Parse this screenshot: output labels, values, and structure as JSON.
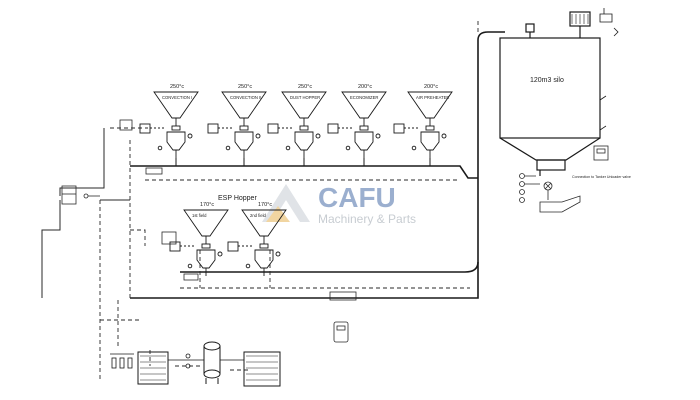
{
  "diagram": {
    "hoppers": [
      {
        "temp": "250°c",
        "name": "CONVECTION I"
      },
      {
        "temp": "250°c",
        "name": "CONVECTION II"
      },
      {
        "temp": "250°c",
        "name": "DUST HOPPER"
      },
      {
        "temp": "200°c",
        "name": "ECONOMIZER"
      },
      {
        "temp": "200°c",
        "name": "AIR PREHEATER"
      }
    ],
    "esp": {
      "title": "ESP Hopper",
      "fields": [
        {
          "temp": "170°c",
          "name": "1st field"
        },
        {
          "temp": "170°c",
          "name": "2nd field"
        }
      ]
    },
    "silo": {
      "label": "120m3 silo"
    },
    "silo_note": "Connection to Tanker Unloader valve",
    "watermark": {
      "brand": "CAFU",
      "tagline": "Machinery & Parts"
    },
    "colors": {
      "line": "#2a2a2a",
      "pipe": "#1a1a1a",
      "brand_blue": "#4a6fa8",
      "brand_gray": "#9aa3ad",
      "logo_orange": "#e6b356"
    }
  }
}
